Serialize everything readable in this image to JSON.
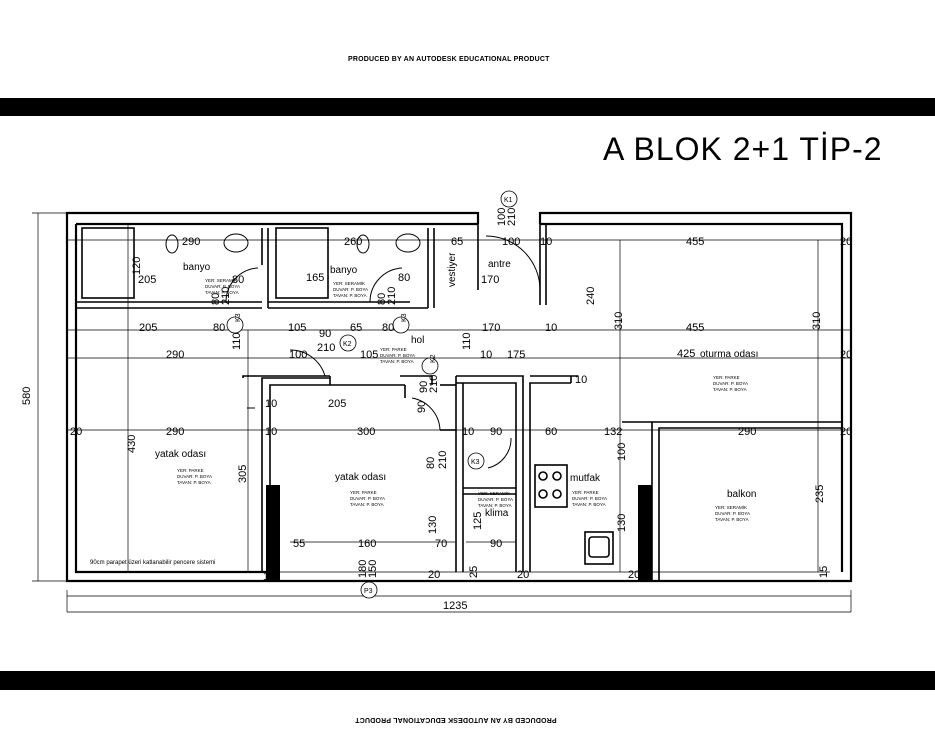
{
  "stamp_text": "PRODUCED BY AN AUTODESK EDUCATIONAL PRODUCT",
  "title": "A BLOK  2+1 TİP-2",
  "rooms": {
    "banyo1": "banyo",
    "banyo2": "banyo",
    "vestiyer": "vestiyer",
    "antre": "antre",
    "hol": "hol",
    "oturma": "oturma odası",
    "yatak1": "yatak odası",
    "yatak2": "yatak odası",
    "mutfak": "mutfak",
    "klima": "klima",
    "balkon": "balkon"
  },
  "finishes": {
    "seramik": [
      "YER: SERAMİK",
      "DUVAR: P. BOYA",
      "TAVAN: P. BOYA"
    ],
    "parke": [
      "YER: PARKE",
      "DUVAR: P. BOYA",
      "TAVAN: P. BOYA"
    ]
  },
  "parapet_note": "90cm parapet üzeri katlanabilir pencere sistemi",
  "tags": {
    "k1": "K1",
    "k2": "K2",
    "k3a": "K3",
    "k3b": "K3",
    "k3c": "K3",
    "k2v": "K2",
    "p3": "P3"
  },
  "dims": {
    "overall_width": "1235",
    "overall_height": "580",
    "d_290a": "290",
    "d_120": "120",
    "d_205a": "205",
    "d_80a": "80",
    "d_260": "260",
    "d_165": "165",
    "d_80b": "80",
    "d_65": "65",
    "d_100a": "100",
    "d_10a": "10",
    "d_455a": "455",
    "d_20a": "20",
    "d_100b": "100",
    "d_210a": "210",
    "d_170a": "170",
    "d_240": "240",
    "d_205b": "205",
    "d_80c": "80",
    "d_105a": "105",
    "d_65b": "65",
    "d_80d": "80",
    "d_170b": "170",
    "d_10b": "10",
    "d_310a": "310",
    "d_455b": "455",
    "d_310b": "310",
    "d_290b": "290",
    "d_110a": "110",
    "d_100c": "100",
    "d_105b": "105",
    "d_10c": "10",
    "d_175": "175",
    "d_425": "425",
    "d_20b": "20",
    "d_90a": "90",
    "d_210b": "210",
    "d_205c": "205",
    "d_20c": "20",
    "d_290c": "290",
    "d_10d": "10",
    "d_300": "300",
    "d_10e": "10",
    "d_90b": "90",
    "d_60": "60",
    "d_132": "132",
    "d_290d": "290",
    "d_20d": "20",
    "d_430": "430",
    "d_305": "305",
    "d_80e": "80",
    "d_210c": "210",
    "d_100d": "100",
    "d_130a": "130",
    "d_130b": "130",
    "d_235": "235",
    "d_125": "125",
    "d_55": "55",
    "d_160": "160",
    "d_70": "70",
    "d_90c": "90",
    "d_180": "180",
    "d_150": "150",
    "d_20e": "20",
    "d_25": "25",
    "d_15": "15",
    "d_10f": "10",
    "d_80f": "80",
    "d_210d": "210",
    "d_90d": "90",
    "d_210e": "210",
    "d_80g": "80",
    "d_210f": "210",
    "d_90e": "90",
    "d_110b": "110",
    "d_20f": "20",
    "d_20g": "20",
    "d_10g": "10",
    "d_10h": "10"
  }
}
